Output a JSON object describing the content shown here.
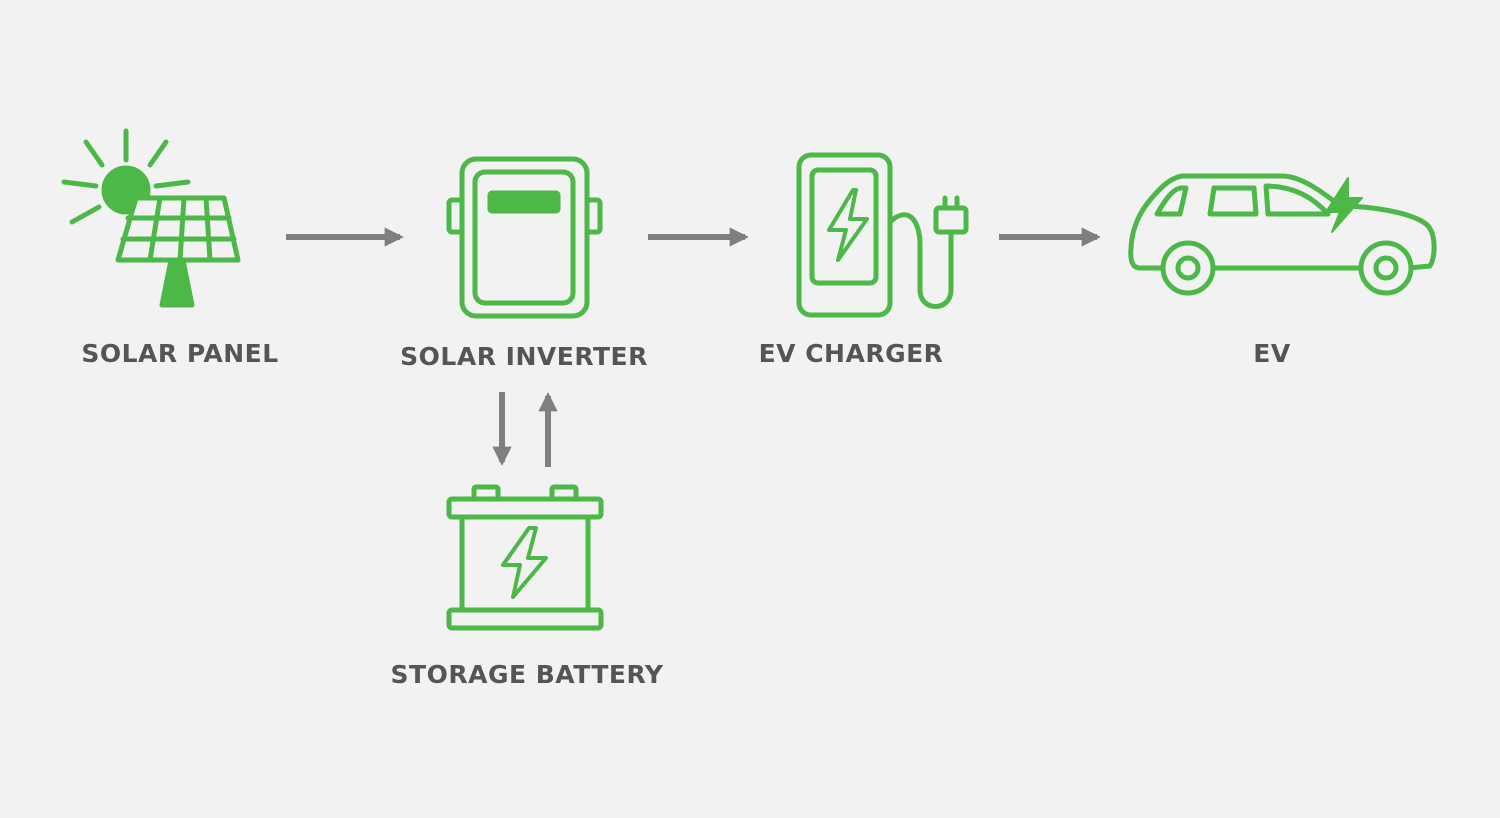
{
  "diagram": {
    "nodes": [
      {
        "id": "solar-panel",
        "label": "SOLAR PANEL",
        "icon": "solar-panel-icon"
      },
      {
        "id": "solar-inverter",
        "label": "SOLAR INVERTER",
        "icon": "inverter-icon"
      },
      {
        "id": "ev-charger",
        "label": "EV CHARGER",
        "icon": "ev-charger-icon"
      },
      {
        "id": "ev",
        "label": "EV",
        "icon": "electric-car-icon"
      },
      {
        "id": "storage-battery",
        "label": "STORAGE BATTERY",
        "icon": "battery-icon"
      }
    ],
    "edges": [
      {
        "from": "solar-panel",
        "to": "solar-inverter"
      },
      {
        "from": "solar-inverter",
        "to": "ev-charger"
      },
      {
        "from": "ev-charger",
        "to": "ev"
      },
      {
        "from": "solar-inverter",
        "to": "storage-battery"
      },
      {
        "from": "storage-battery",
        "to": "solar-inverter"
      }
    ],
    "colors": {
      "icon": "#4cb848",
      "arrow": "#7f7f7f",
      "label": "#555555",
      "background": "#f2f2f2"
    }
  }
}
